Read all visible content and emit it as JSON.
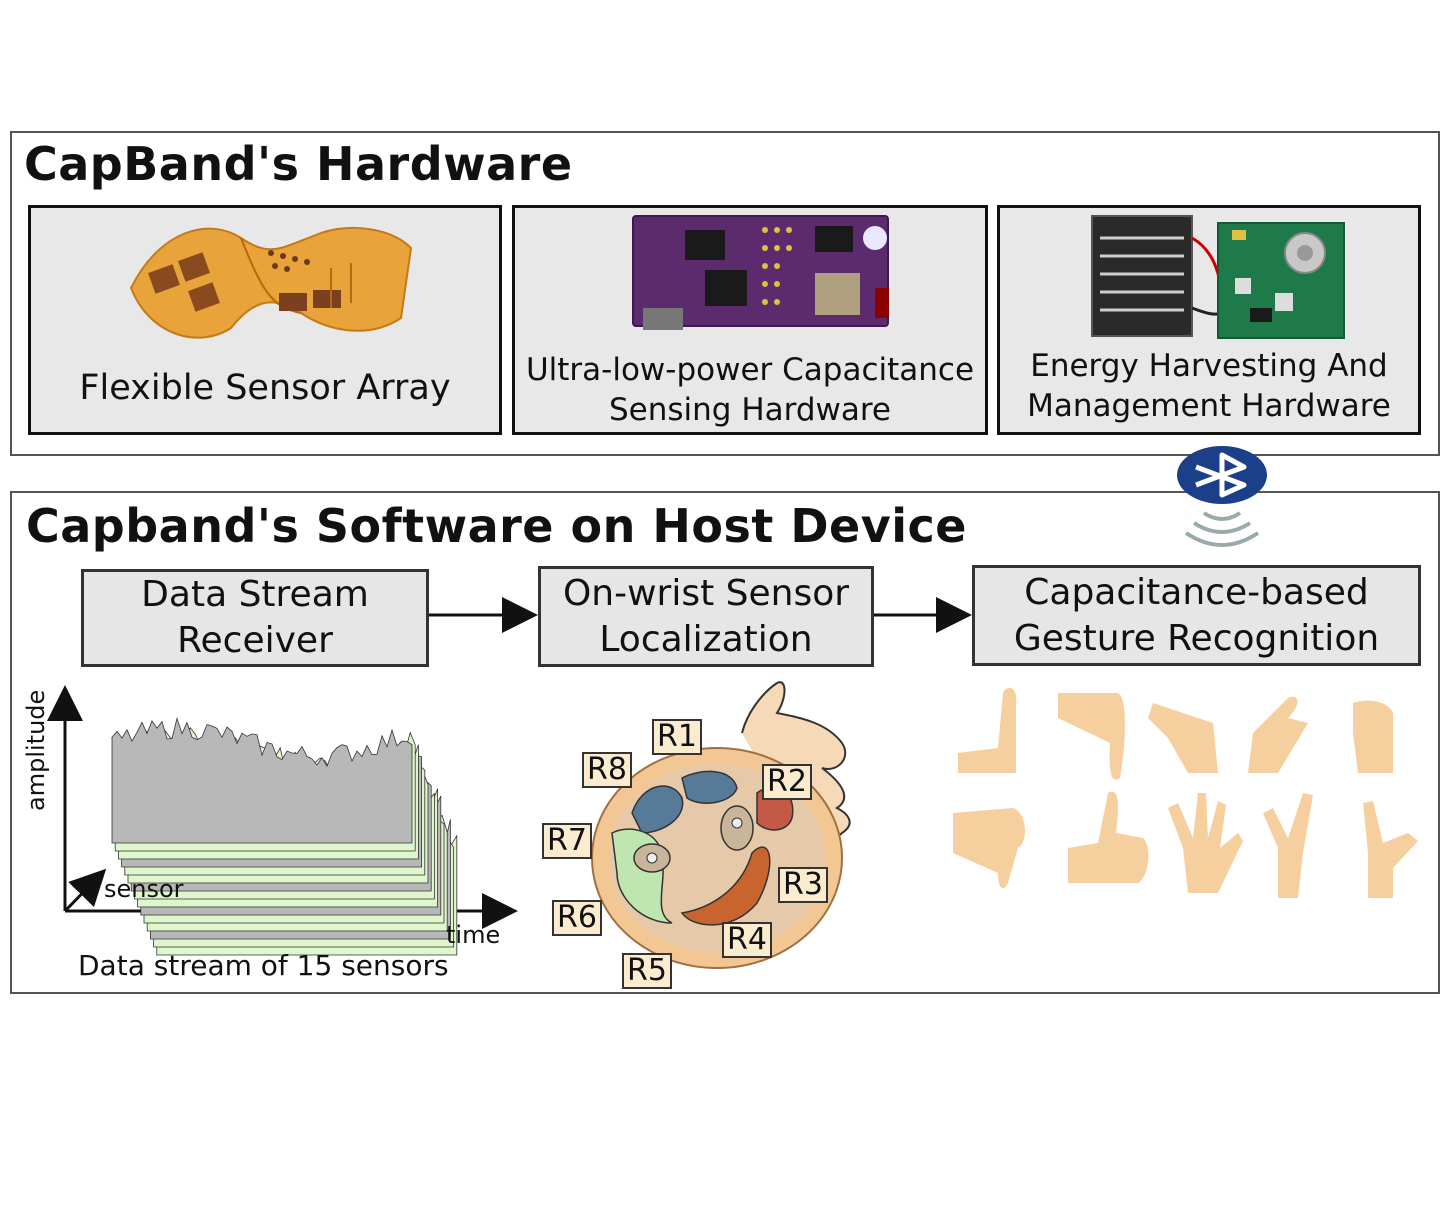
{
  "hardware": {
    "title": "CapBand's Hardware",
    "boxes": [
      {
        "line1": "Flexible Sensor Array",
        "line2": ""
      },
      {
        "line1": "Ultra-low-power Capacitance",
        "line2": "Sensing Hardware"
      },
      {
        "line1": "Energy Harvesting And",
        "line2": "Management Hardware"
      }
    ]
  },
  "software": {
    "title": "Capband's Software on Host Device",
    "stages": [
      {
        "line1": "Data Stream",
        "line2": "Receiver"
      },
      {
        "line1": "On-wrist Sensor",
        "line2": "Localization"
      },
      {
        "line1": "Capacitance-based",
        "line2": "Gesture Recognition"
      }
    ]
  },
  "plot": {
    "ylabel": "amplitude",
    "zlabel": "sensor",
    "xlabel": "time",
    "caption": "Data stream of 15 sensors"
  },
  "regions": [
    "R1",
    "R2",
    "R3",
    "R4",
    "R5",
    "R6",
    "R7",
    "R8"
  ],
  "colors": {
    "surface": "#dff5cc",
    "surface_shadow": "#b8b8b8",
    "bluetooth": "#1c3f8a",
    "skin": "#f6cf9f",
    "pcb_purple": "#5b2b6e",
    "pcb_green": "#1f7a4a",
    "flex_orange": "#e8a33a"
  },
  "icons": [
    "bluetooth-icon",
    "wireless-waves-icon",
    "hand-gesture-icon"
  ]
}
